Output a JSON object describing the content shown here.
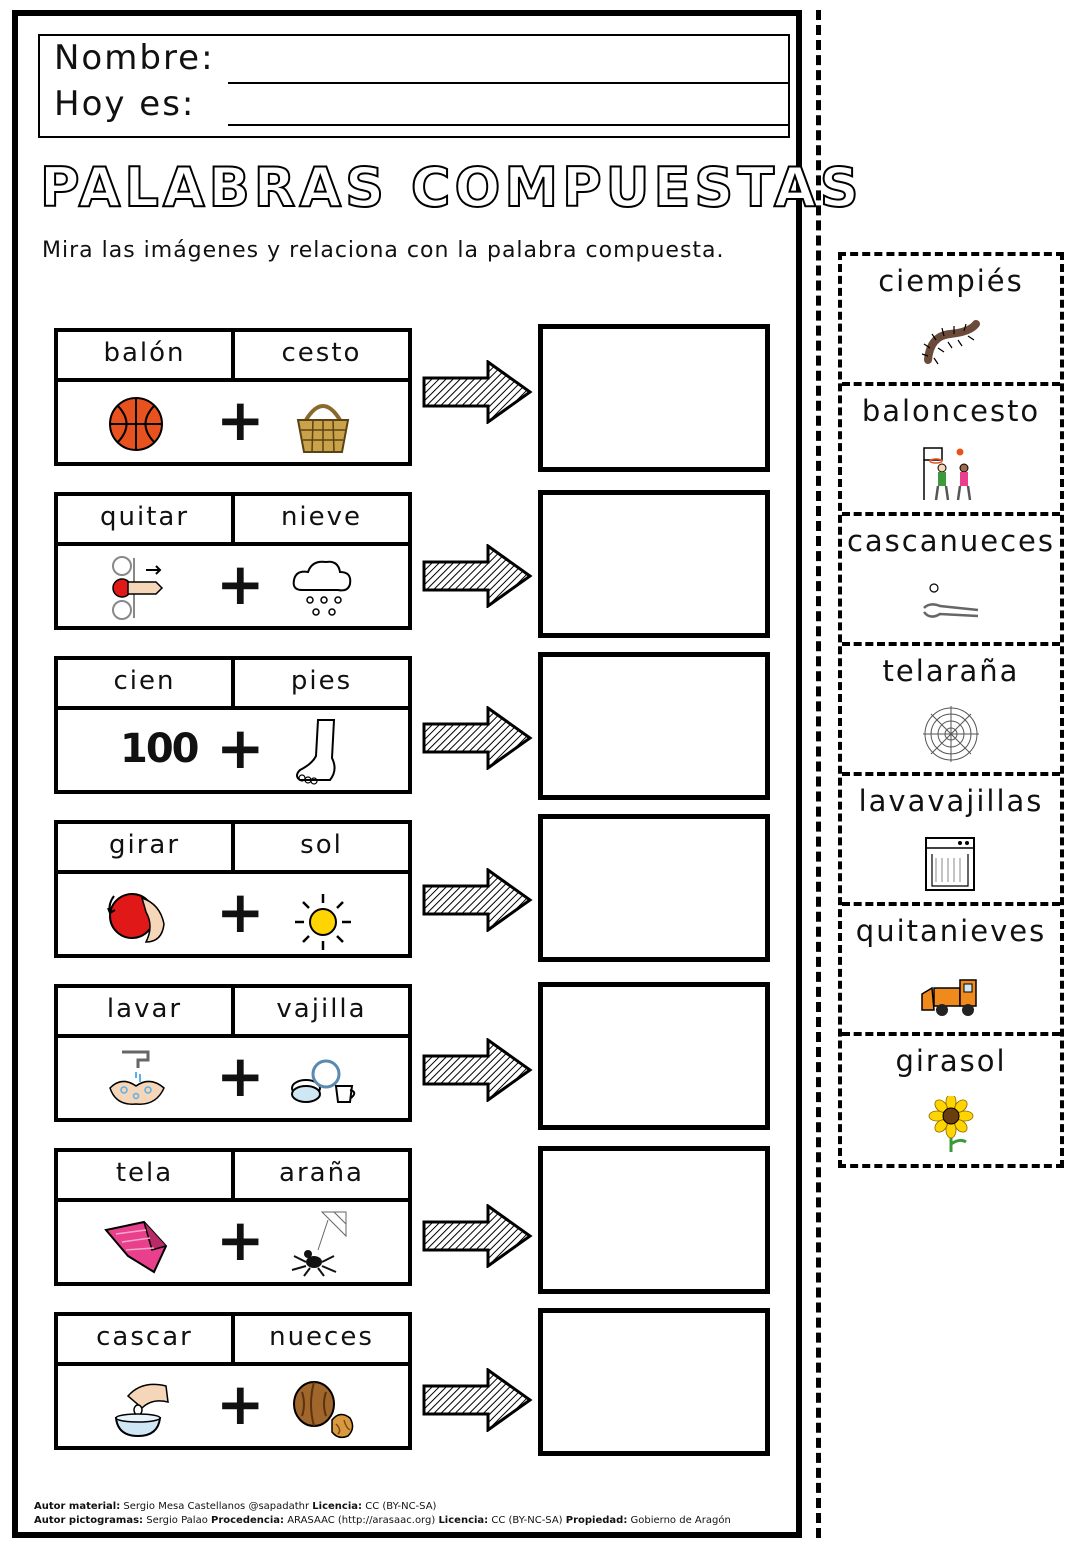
{
  "header": {
    "name_label": "Nombre:",
    "date_label": "Hoy es:"
  },
  "title": "PALABRAS COMPUESTAS",
  "instructions": "Mira las imágenes y relaciona con la palabra compuesta.",
  "rows": [
    {
      "word1": "balón",
      "word2": "cesto",
      "icon1": "basketball-icon",
      "icon2": "basket-icon"
    },
    {
      "word1": "quitar",
      "word2": "nieve",
      "icon1": "remove-hand-icon",
      "icon2": "snow-cloud-icon"
    },
    {
      "word1": "cien",
      "word2": "pies",
      "number": "100",
      "icon2": "foot-icon"
    },
    {
      "word1": "girar",
      "word2": "sol",
      "icon1": "spin-ball-icon",
      "icon2": "sun-icon"
    },
    {
      "word1": "lavar",
      "word2": "vajilla",
      "icon1": "washing-hands-icon",
      "icon2": "dishes-icon"
    },
    {
      "word1": "tela",
      "word2": "araña",
      "icon1": "fabric-icon",
      "icon2": "spider-icon"
    },
    {
      "word1": "cascar",
      "word2": "nueces",
      "icon1": "cracking-hand-icon",
      "icon2": "walnut-icon"
    }
  ],
  "plus_sign": "+",
  "answers": [
    {
      "word": "ciempiés",
      "icon": "centipede-icon"
    },
    {
      "word": "baloncesto",
      "icon": "basketball-players-icon"
    },
    {
      "word": "cascanueces",
      "icon": "nutcracker-icon"
    },
    {
      "word": "telaraña",
      "icon": "spiderweb-icon"
    },
    {
      "word": "lavavajillas",
      "icon": "dishwasher-icon"
    },
    {
      "word": "quitanieves",
      "icon": "snowplow-icon"
    },
    {
      "word": "girasol",
      "icon": "sunflower-icon"
    }
  ],
  "credits": {
    "line1": [
      {
        "bold": true,
        "text": "Autor material:"
      },
      {
        "bold": false,
        "text": " Sergio Mesa Castellanos @sapadathr "
      },
      {
        "bold": true,
        "text": "Licencia:"
      },
      {
        "bold": false,
        "text": " CC (BY-NC-SA)"
      }
    ],
    "line2": [
      {
        "bold": true,
        "text": "Autor pictogramas:"
      },
      {
        "bold": false,
        "text": " Sergio Palao "
      },
      {
        "bold": true,
        "text": "Procedencia:"
      },
      {
        "bold": false,
        "text": " ARASAAC (http://arasaac.org) "
      },
      {
        "bold": true,
        "text": "Licencia:"
      },
      {
        "bold": false,
        "text": " CC (BY-NC-SA) "
      },
      {
        "bold": true,
        "text": "Propiedad:"
      },
      {
        "bold": false,
        "text": " Gobierno de Aragón"
      }
    ]
  },
  "colors": {
    "ink": "#000000",
    "ball_orange": "#e8521e",
    "basket_tan": "#c9a24a",
    "red": "#e01818",
    "sun_yellow": "#ffd400",
    "pink": "#e8408c",
    "walnut_brown": "#a0662c",
    "orange": "#f08a1c",
    "green": "#3c9a3c",
    "skin": "#f5d6b8"
  }
}
